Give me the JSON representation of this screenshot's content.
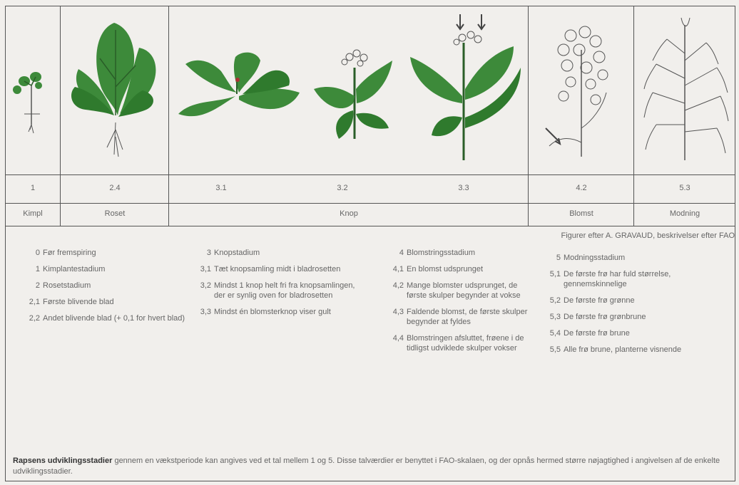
{
  "stages": [
    {
      "code": "1",
      "label": "Kimpl"
    },
    {
      "code": "2.4",
      "label": "Roset"
    },
    {
      "code": "3.1"
    },
    {
      "code": "3.2"
    },
    {
      "code": "3.3"
    },
    {
      "code": "4.2",
      "label": "Blomst"
    },
    {
      "code": "5.3",
      "label": "Modning"
    }
  ],
  "knop_label": "Knop",
  "credit": "Figurer efter A. GRAVAUD, beskrivelser efter FAO",
  "columns": [
    [
      {
        "num": "0",
        "text": "Før fremspiring"
      },
      {
        "num": "1",
        "text": "Kimplantestadium"
      },
      {
        "num": "2",
        "text": "Rosetstadium"
      },
      {
        "num": "2,1",
        "text": "Første blivende blad"
      },
      {
        "num": "2,2",
        "text": "Andet blivende blad (+ 0,1 for hvert blad)"
      }
    ],
    [
      {
        "num": "3",
        "text": "Knopstadium"
      },
      {
        "num": "3,1",
        "text": "Tæt knopsamling midt i bladrosetten"
      },
      {
        "num": "3,2",
        "text": "Mindst 1 knop helt fri fra knopsamlingen, der er synlig oven for bladrosetten"
      },
      {
        "num": "3,3",
        "text": "Mindst én blomsterknop viser gult"
      }
    ],
    [
      {
        "num": "4",
        "text": "Blomstringsstadium"
      },
      {
        "num": "4,1",
        "text": "En blomst udsprunget"
      },
      {
        "num": "4,2",
        "text": "Mange blomster udsprunget, de første skulper begynder at vokse"
      },
      {
        "num": "4,3",
        "text": "Faldende blomst, de første skulper begynder at fyldes"
      },
      {
        "num": "4,4",
        "text": "Blomstringen afsluttet, frøene i de tidligst udviklede skulper vokser"
      }
    ],
    [
      {
        "num": "5",
        "text": "Modningsstadium"
      },
      {
        "num": "5,1",
        "text": "De første frø har fuld størrelse, gennemskinnelige"
      },
      {
        "num": "5,2",
        "text": "De første frø grønne"
      },
      {
        "num": "5,3",
        "text": "De første frø grønbrune"
      },
      {
        "num": "5,4",
        "text": "De første frø brune"
      },
      {
        "num": "5,5",
        "text": "Alle frø brune, planterne visnende"
      }
    ]
  ],
  "footer": {
    "bold": "Rapsens udviklingsstadier",
    "text": " gennem en vækstperiode kan angives ved et tal mellem 1 og 5. Disse talværdier er benyttet i FAO-skalaen, og der opnås hermed større nøjagtighed i angivelsen af de enkelte udviklingsstadier."
  },
  "colors": {
    "leaf": "#3d8a3a",
    "leaf_dark": "#2a5e28",
    "line": "#555555",
    "bg": "#f1efec"
  }
}
